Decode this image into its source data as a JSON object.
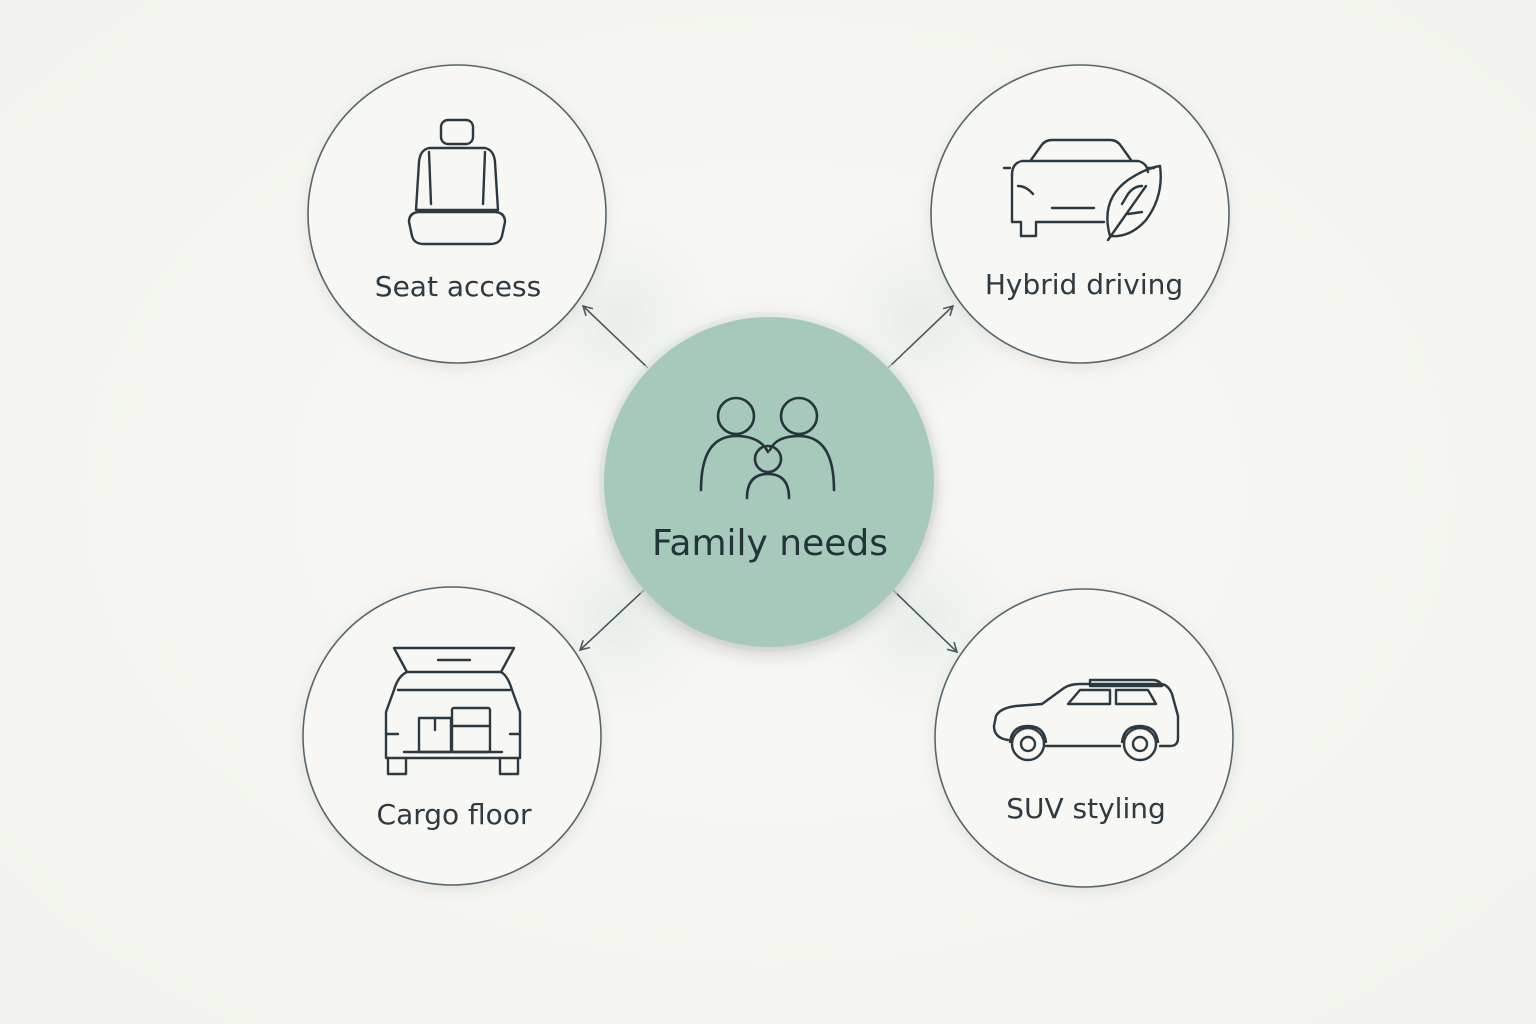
{
  "center": {
    "label": "Family needs",
    "icon": "family-icon"
  },
  "nodes": [
    {
      "key": "seat",
      "label": "Seat access",
      "icon": "car-seat-icon"
    },
    {
      "key": "hybrid",
      "label": "Hybrid driving",
      "icon": "car-leaf-icon"
    },
    {
      "key": "cargo",
      "label": "Cargo floor",
      "icon": "open-trunk-icon"
    },
    {
      "key": "suv",
      "label": "SUV styling",
      "icon": "suv-icon"
    }
  ],
  "colors": {
    "background": "#f6f6f2",
    "center_fill": "#a7c9bb",
    "node_stroke": "#4f5f66",
    "icon_stroke": "#2b3940",
    "text": "#2e3a40"
  }
}
